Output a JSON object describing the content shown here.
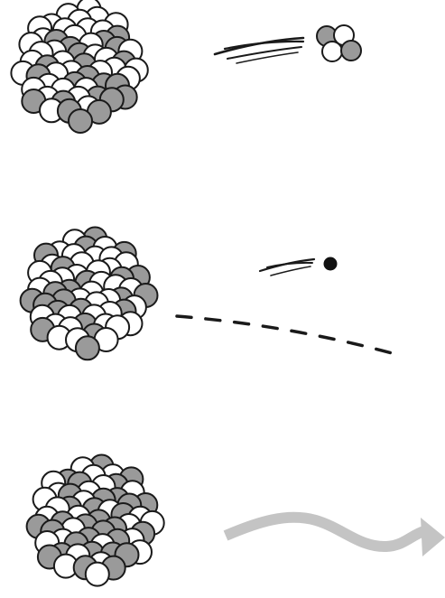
{
  "colors": {
    "background": "#ffffff",
    "outline": "#1a1a1a",
    "proton_fill": "#9a9a9a",
    "neutron_fill": "#ffffff",
    "electron_fill": "#111111",
    "gamma_wave_fill": "#c4c4c4"
  },
  "panels": [
    {
      "name": "alpha-decay-panel",
      "emission": "alpha-particle",
      "nucleus_particles": 58,
      "emitted_particles": 4
    },
    {
      "name": "beta-decay-panel",
      "emission": "beta-particle",
      "nucleus_particles": 58,
      "emitted_particles": 1
    },
    {
      "name": "gamma-decay-panel",
      "emission": "gamma-ray",
      "nucleus_particles": 58,
      "emitted_particles": 0
    }
  ],
  "icons": {
    "motion_lines": "motion-lines-icon",
    "trajectory": "dashed-trajectory-icon",
    "wave": "wavy-arrow-icon"
  }
}
